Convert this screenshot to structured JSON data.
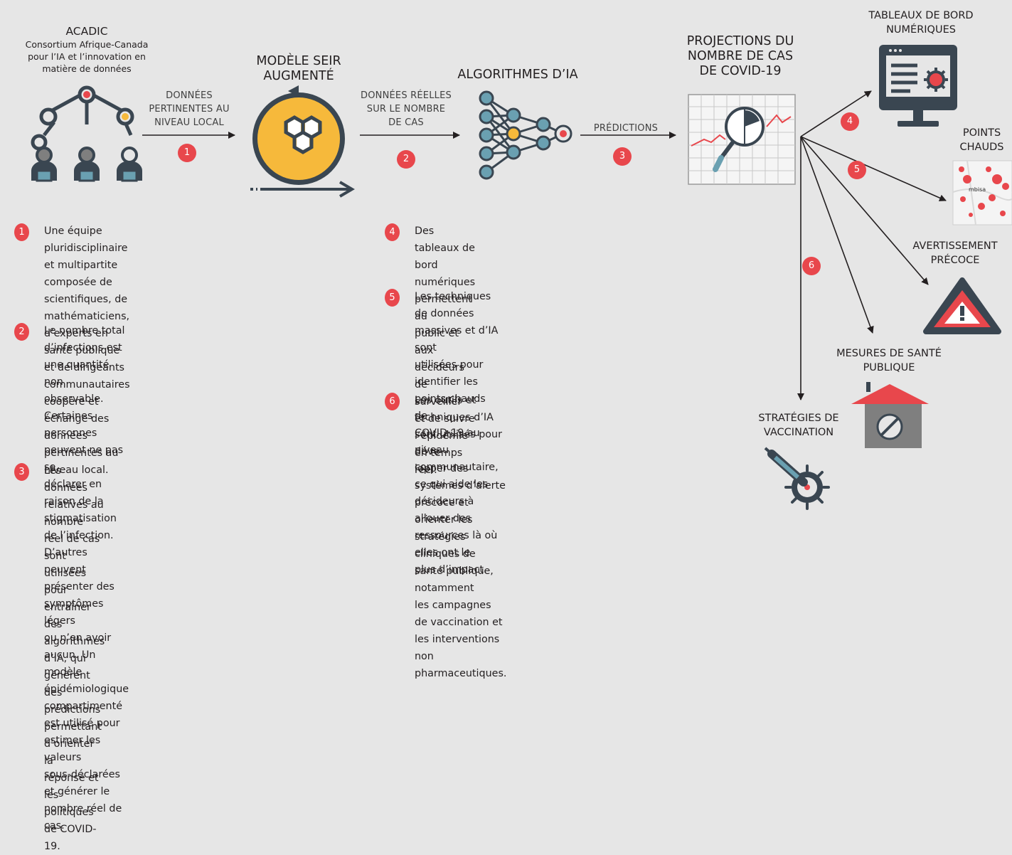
{
  "acadic": {
    "title": "ACADIC",
    "subtitle_lines": [
      "Consortium Afrique-Canada",
      "pour l’IA et l’innovation en",
      "matière de données"
    ]
  },
  "seir": {
    "title_lines": [
      "MODÈLE SEIR",
      "AUGMENTÉ"
    ]
  },
  "ai": {
    "title": "ALGORITHMES D’IA"
  },
  "projections": {
    "title_lines": [
      "PROJECTIONS DU",
      "NOMBRE DE CAS",
      "DE COVID-19"
    ]
  },
  "edges": {
    "e1": {
      "lines": [
        "DONNÉES",
        "PERTINENTES AU",
        "NIVEAU LOCAL"
      ],
      "badge": "1"
    },
    "e2": {
      "lines": [
        "DONNÉES RÉELLES",
        "SUR LE NOMBRE",
        "DE CAS"
      ],
      "badge": "2"
    },
    "e3": {
      "lines": [
        "PRÉDICTIONS"
      ],
      "badge": "3"
    }
  },
  "outputs": {
    "dashboards": {
      "title_lines": [
        "TABLEAUX DE BORD",
        "NUMÉRIQUES"
      ],
      "badge": "4"
    },
    "hotspots": {
      "title_lines": [
        "POINTS",
        "CHAUDS"
      ],
      "badge": "5",
      "map_label": "mbisa"
    },
    "warning": {
      "title_lines": [
        "AVERTISSEMENT",
        "PRÉCOCE"
      ]
    },
    "public_health": {
      "title_lines": [
        "MESURES DE SANTÉ",
        "PUBLIQUE"
      ]
    },
    "vaccination": {
      "title_lines": [
        "STRATÉGIES DE",
        "VACCINATION"
      ],
      "badge": "6"
    }
  },
  "steps": [
    {
      "num": "1",
      "text": "Une équipe pluridisciplinaire et multipartite\ncomposée de scientifiques, de mathématiciens,\nd’experts en santé publique et de dirigeants\ncommunautaires coopère et échange des données\npertinentes au niveau local."
    },
    {
      "num": "2",
      "text": "Le nombre total d’infections est une quantité non\nobservable. Certaines personnes peuvent ne pas se\ndéclarer en raison de la stigmatisation de l’infection.\nD’autres peuvent présenter des symptômes légers\nou n’en avoir aucun. Un modèle épidémiologique\ncompartimenté est utilisé pour estimer les valeurs\nsous-déclarées et générer le nombre réel de cas."
    },
    {
      "num": "3",
      "text": "Les données relatives au nombre réel de cas sont\nutilisées pour entraîner des algorithmes d’IA, qui\ngénèrent des prédictions permettant d’orienter la\nréponse et les politiques de COVID-19."
    },
    {
      "num": "4",
      "text": "Des tableaux de bord numériques permettent au\npublic et aux décideurs de surveiller et de suivre\nl’épidémie en temps réel."
    },
    {
      "num": "5",
      "text": "Les techniques de données massives et d’IA sont\nutilisées pour identifier les points chauds de\nCOVID-19 au niveau communautaire, ce qui aide les\ndécideurs à allouer des ressources là où elles ont le\nplus d’impact."
    },
    {
      "num": "6",
      "text": "Les outils et techniques d’IA sont utilisés pour déve-\nlopper des systèmes d’alerte précoce et orienter les\nstratégies cliniques de santé publique, notamment\nles campagnes de vaccination et les interventions\nnon pharmaceutiques."
    }
  ],
  "colors": {
    "background": "#e6e6e6",
    "accent_red": "#e8474c",
    "dark_slate": "#3a4651",
    "teal": "#6aa0b1",
    "yellow": "#f6b93b",
    "grey": "#7f7f7f"
  }
}
